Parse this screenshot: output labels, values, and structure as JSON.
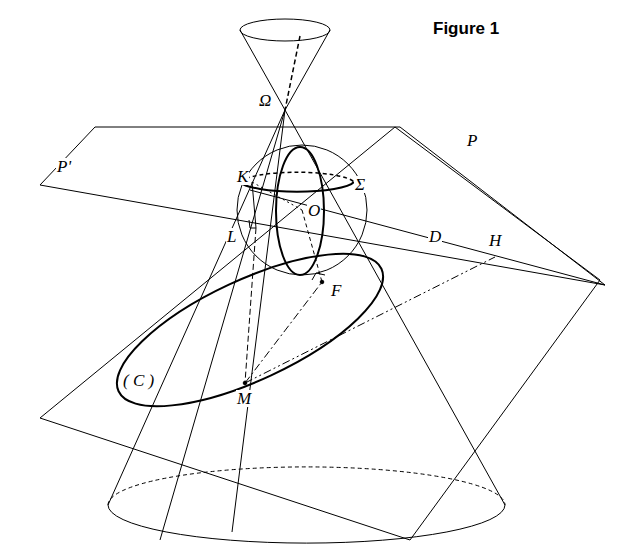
{
  "diagram": {
    "labels": [
      "Figure 1",
      "Ω",
      "P'",
      "P",
      "K",
      "Σ",
      "D",
      "H",
      "L",
      "O",
      "F",
      "( C )",
      "M"
    ]
  }
}
